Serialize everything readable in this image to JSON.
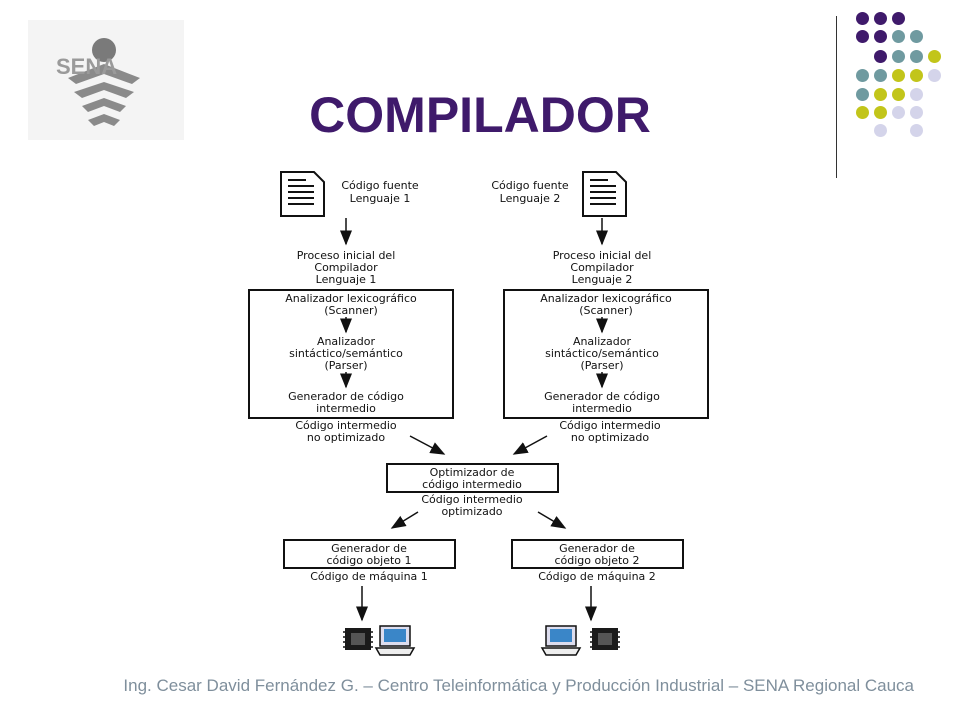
{
  "slide": {
    "title": "COMPILADOR",
    "footer": "Ing. Cesar David Fernández G. – Centro Teleinformática y Producción Industrial – SENA Regional Cauca",
    "logo_text": "SENA"
  },
  "colors": {
    "title": "#3f1a6b",
    "footer": "#7f8f9c",
    "dot_purple": "#3f1a6b",
    "dot_teal": "#6f9aa0",
    "dot_yellow": "#c2c51a",
    "dot_lavender": "#d4d4ea"
  },
  "diagram": {
    "left_source": [
      "Código fuente",
      "Lenguaje 1"
    ],
    "right_source": [
      "Código fuente",
      "Lenguaje 2"
    ],
    "left_init": [
      "Proceso inicial del",
      "Compilador",
      "Lenguaje 1"
    ],
    "right_init": [
      "Proceso inicial del",
      "Compilador",
      "Lenguaje 2"
    ],
    "front_end": {
      "scanner": [
        "Analizador lexicográfico",
        "(Scanner)"
      ],
      "parser": [
        "Analizador",
        "sintáctico/semántico",
        "(Parser)"
      ],
      "generator": [
        "Generador de código",
        "intermedio"
      ]
    },
    "not_optimized": [
      "Código intermedio",
      "no optimizado"
    ],
    "optimizer": [
      "Optimizador de",
      "código intermedio"
    ],
    "optimized": [
      "Código intermedio",
      "optimizado"
    ],
    "left_object": [
      "Generador de",
      "código objeto 1"
    ],
    "right_object": [
      "Generador de",
      "código objeto 2"
    ],
    "left_machine": "Código de máquina 1",
    "right_machine": "Código de máquina 2"
  }
}
